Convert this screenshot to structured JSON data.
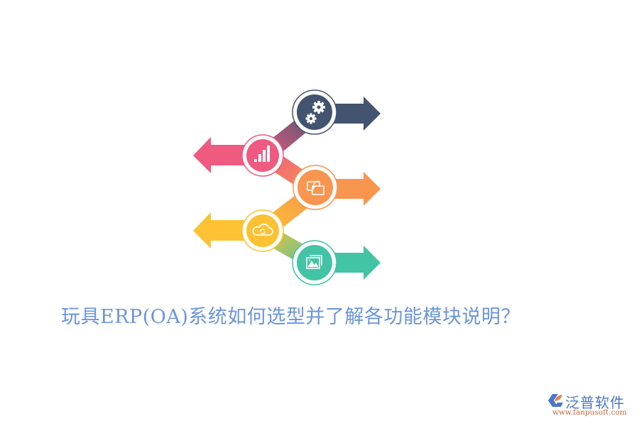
{
  "title": "玩具ERP(OA)系统如何选型并了解各功能模块说明？",
  "logo": {
    "name": "泛普软件",
    "url": "www.fanpusoft.com",
    "colors": {
      "blue": "#4a79c9",
      "orange": "#e8834f"
    }
  },
  "infographic": {
    "steps": [
      {
        "icon": "gears-icon",
        "direction": "right",
        "color": "#435470"
      },
      {
        "icon": "bar-chart-icon",
        "direction": "left",
        "color": "#ef5a80"
      },
      {
        "icon": "screen-cast-icon",
        "direction": "right",
        "color": "#f89650"
      },
      {
        "icon": "cloud-sync-icon",
        "direction": "left",
        "color": "#fcc233"
      },
      {
        "icon": "image-gallery-icon",
        "direction": "right",
        "color": "#42c4a5"
      }
    ]
  }
}
